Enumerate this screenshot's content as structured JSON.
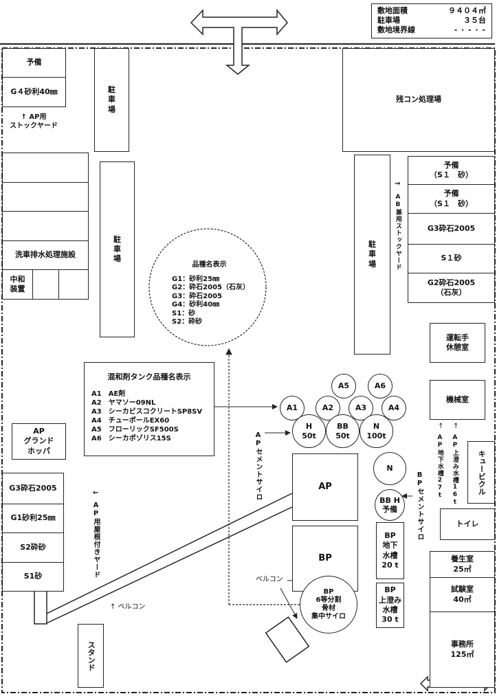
{
  "legend": {
    "area_label": "敷地面積",
    "area_value": "９４０４㎡",
    "parking_label": "駐車場",
    "parking_value": "３５台",
    "boundary_label": "敷地境界線"
  },
  "left": {
    "spare": "予備",
    "g4": "G４砂利40㎜",
    "ap_stock": "↑ AP用\nストックヤード",
    "parking1": "駐\n車\n場",
    "wash": "洗車排水処理施設",
    "neutral": "中和\n装置",
    "parking2": "駐\n車\n場",
    "ap_hopper": "AP\nグランド\nホッパ"
  },
  "varieties": {
    "title": "品種名表示",
    "items": [
      "G1：砂利25㎜",
      "G2：砕石2005（石灰）",
      "G3：砕石2005",
      "G4：砂利40㎜",
      "S1：砂",
      "S2：砕砂"
    ]
  },
  "admix": {
    "title": "混和剤タンク品種名表示",
    "items": [
      "A1　AE剤",
      "A2　ヤマソー09NL",
      "A3　シーカビスコクリートSP8SV",
      "A4　チューポールEX60",
      "A5　フローリックSF500S",
      "A6　シーカポゾリス15S"
    ]
  },
  "yard": {
    "g3": "G3砕石2005",
    "g1": "G1砂利25㎜",
    "s2": "S2砕砂",
    "s1": "S1砂",
    "label": "AP用屋根付きヤード",
    "belt": "↑ ベルコン",
    "stand": "スタンド"
  },
  "right": {
    "residual": "残コン処理場",
    "parking": "駐\n車\n場",
    "spare1": "予備\n（S１　砂）",
    "spare2": "予備\n（S１　砂）",
    "g3": "G3砕石2005",
    "s1": "S１砂",
    "g2": "G2砕石2005\n（石灰）",
    "ab_stock": "AB兼用ストックヤード",
    "driver": "運転手\n休憩室",
    "machine": "機械室",
    "ap_under": "AP地下水槽27t",
    "ap_clear": "AP上澄み水槽16t",
    "cubicle": "キュービクル",
    "toilet": "トイレ",
    "curing": "養生室\n25㎡",
    "lab": "試験室\n40㎡",
    "office": "事務所\n125㎡"
  },
  "plant": {
    "a1": "A1",
    "a2": "A2",
    "a3": "A3",
    "a4": "A4",
    "a5": "A5",
    "a6": "A6",
    "h": "H\n50t",
    "bb": "BB\n50t",
    "n100": "N\n100t",
    "ap_silo": "APセメントサイロ",
    "ap": "AP",
    "bp": "BP",
    "n": "N",
    "bbh": "BB H\n予備",
    "bp_silo": "BPセメントサイロ",
    "bp_under": "BP\n地下\n水槽\n20 t",
    "bp_clear": "BP\n上澄み\n水槽\n30 t",
    "belt": "ベルコン",
    "bp_agg": "BP\n6等分割\n骨材\n集中サイロ"
  }
}
